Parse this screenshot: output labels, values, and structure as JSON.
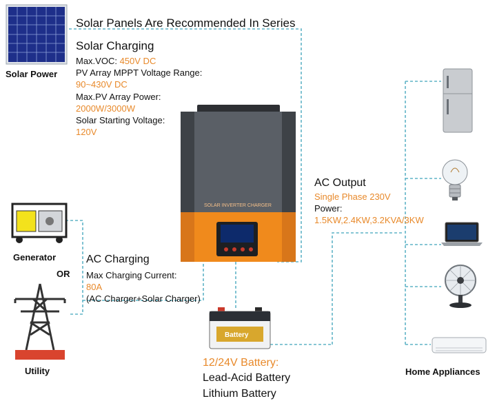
{
  "colors": {
    "accent": "#e8892a",
    "line": "#5fb3c6",
    "inverter_body": "#5a5f66",
    "inverter_base": "#f08a1c"
  },
  "solar": {
    "header": "Solar Panels Are Recommended In Series",
    "source_label": "Solar Power",
    "title": "Solar Charging",
    "maxvoc_label": "Max.VOC: ",
    "maxvoc_value": "450V DC",
    "mppt_label": "PV Array MPPT Voltage Range:",
    "mppt_value": "90~430V DC",
    "maxpv_label": "Max.PV Array Power:",
    "maxpv_value": "2000W/3000W",
    "start_label": "Solar Starting Voltage:",
    "start_value": "120V"
  },
  "inverter": {
    "name": "SOLAR INVERTER CHARGER"
  },
  "ac_output": {
    "title": "AC Output",
    "phase": "Single Phase 230V",
    "power_label": "Power:",
    "power_value": "1.5KW,2.4KW,3.2KVA/3KW"
  },
  "ac_charging": {
    "title": "AC Charging",
    "current_label": "Max Charging Current:",
    "current_value": "80A",
    "note": "(AC Charger+Solar Charger)"
  },
  "sources": {
    "generator": "Generator",
    "or": "OR",
    "utility": "Utility"
  },
  "battery": {
    "badge": "Battery",
    "title": "12/24V Battery:",
    "type1": "Lead-Acid Battery",
    "type2": "Lithium Battery"
  },
  "home": {
    "label": "Home Appliances"
  }
}
